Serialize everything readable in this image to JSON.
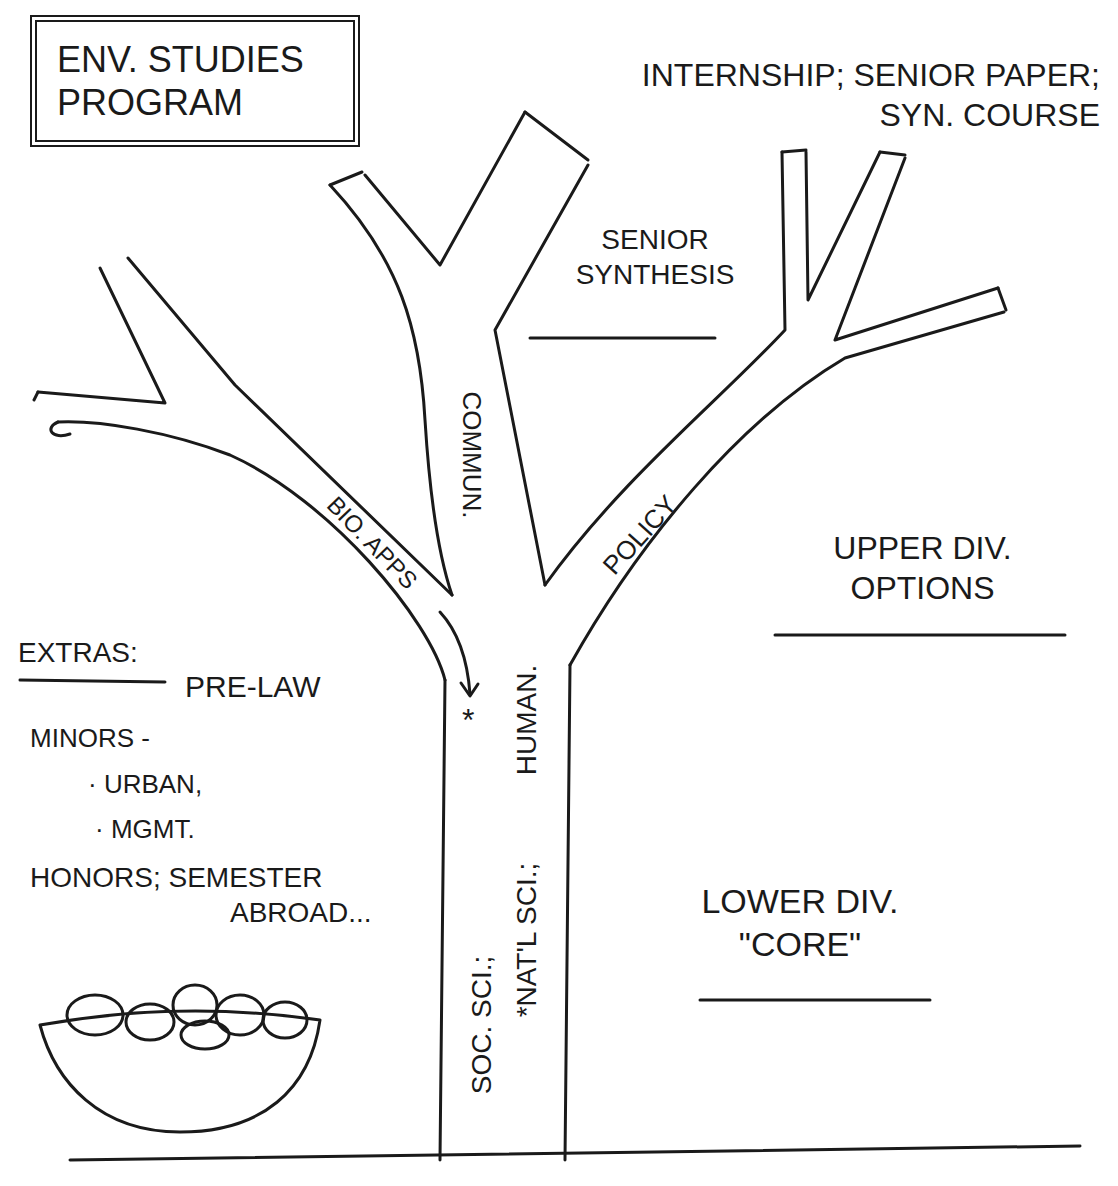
{
  "diagram": {
    "nodes": [
      {
        "text": [
          "ENV. STUDIES PROGRAM"
        ]
      }
    ],
    "labels": [
      "INTERNSHIP; SENIOR PAPER; SYN. COURSE",
      "SENIOR SYNTHESIS",
      "COMMUN.",
      "BIO. APPS",
      "POLICY",
      "UPPER DIV. OPTIONS",
      "EXTRAS:",
      "PRE-LAW",
      "*",
      "MINORS -",
      "· URBAN,",
      "· MGMT.",
      "HONORS; SEMESTER ABROAD...",
      "SOC. SCI.;",
      "*NAT'L SCI.;",
      "HUMAN.",
      "LOWER DIV. \"CORE\""
    ]
  }
}
